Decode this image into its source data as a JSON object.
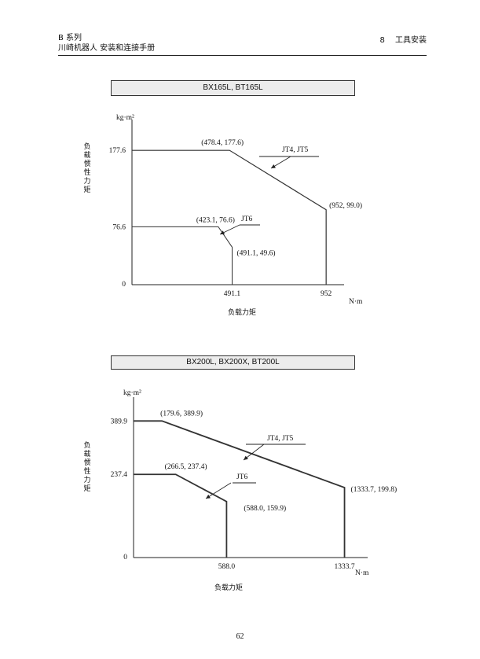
{
  "header": {
    "series": "B 系列",
    "manual_title": "川崎机器人  安装和连接手册",
    "chapter_number": "8",
    "chapter_title": "工具安装"
  },
  "page_number": "62",
  "chart_data": [
    {
      "type": "line",
      "caption": "BX165L, BT165L",
      "ylabel_unit": "kg·m²",
      "ylabel": "负载惯性力矩",
      "xlabel": "负载力矩",
      "xlabel_unit": "N·m",
      "origin_label": "0",
      "xlim": [
        0,
        1040
      ],
      "ylim": [
        0,
        210
      ],
      "x_ticks": [
        "491.1",
        "952"
      ],
      "y_ticks": [
        "177.6",
        "76.6"
      ],
      "series": [
        {
          "name": "JT4, JT5",
          "points": [
            [
              0,
              177.6
            ],
            [
              478.4,
              177.6
            ],
            [
              952,
              99.0
            ],
            [
              952,
              0
            ]
          ],
          "annotations": [
            "(478.4, 177.6)",
            "(952, 99.0)"
          ]
        },
        {
          "name": "JT6",
          "points": [
            [
              0,
              76.6
            ],
            [
              423.1,
              76.6
            ],
            [
              491.1,
              49.6
            ],
            [
              491.1,
              0
            ]
          ],
          "annotations": [
            "(423.1, 76.6)",
            "(491.1, 49.6)"
          ]
        }
      ]
    },
    {
      "type": "line",
      "caption": "BX200L, BX200X, BT200L",
      "ylabel_unit": "kg·m²",
      "ylabel": "负载惯性力矩",
      "xlabel": "负载力矩",
      "xlabel_unit": "N·m",
      "origin_label": "0",
      "xlim": [
        0,
        1480
      ],
      "ylim": [
        0,
        440
      ],
      "x_ticks": [
        "588.0",
        "1333.7"
      ],
      "y_ticks": [
        "389.9",
        "237.4"
      ],
      "series": [
        {
          "name": "JT4, JT5",
          "points": [
            [
              0,
              389.9
            ],
            [
              179.6,
              389.9
            ],
            [
              1333.7,
              199.8
            ],
            [
              1333.7,
              0
            ]
          ],
          "annotations": [
            "(179.6, 389.9)",
            "(1333.7, 199.8)"
          ]
        },
        {
          "name": "JT6",
          "points": [
            [
              0,
              237.4
            ],
            [
              266.5,
              237.4
            ],
            [
              588.0,
              159.9
            ],
            [
              588.0,
              0
            ]
          ],
          "annotations": [
            "(266.5, 237.4)",
            "(588.0, 159.9)"
          ]
        }
      ]
    }
  ]
}
